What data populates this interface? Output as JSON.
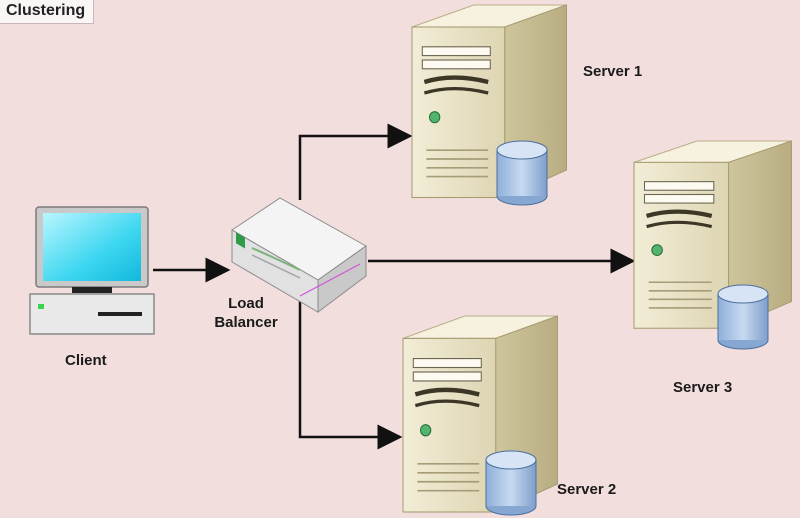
{
  "diagram": {
    "title": "Clustering",
    "nodes": {
      "client": "Client",
      "load_balancer_line1": "Load",
      "load_balancer_line2": "Balancer",
      "server1": "Server 1",
      "server2": "Server 2",
      "server3": "Server 3"
    },
    "edges": [
      {
        "from": "Client",
        "to": "Load Balancer"
      },
      {
        "from": "Load Balancer",
        "to": "Server 1"
      },
      {
        "from": "Load Balancer",
        "to": "Server 3"
      },
      {
        "from": "Load Balancer",
        "to": "Server 2"
      }
    ],
    "colors": {
      "background": "#f3dede",
      "server_body": "#e9e3c6",
      "database": "#a9c4e4",
      "screen": "#35d8ef",
      "arrow": "#111111"
    }
  }
}
